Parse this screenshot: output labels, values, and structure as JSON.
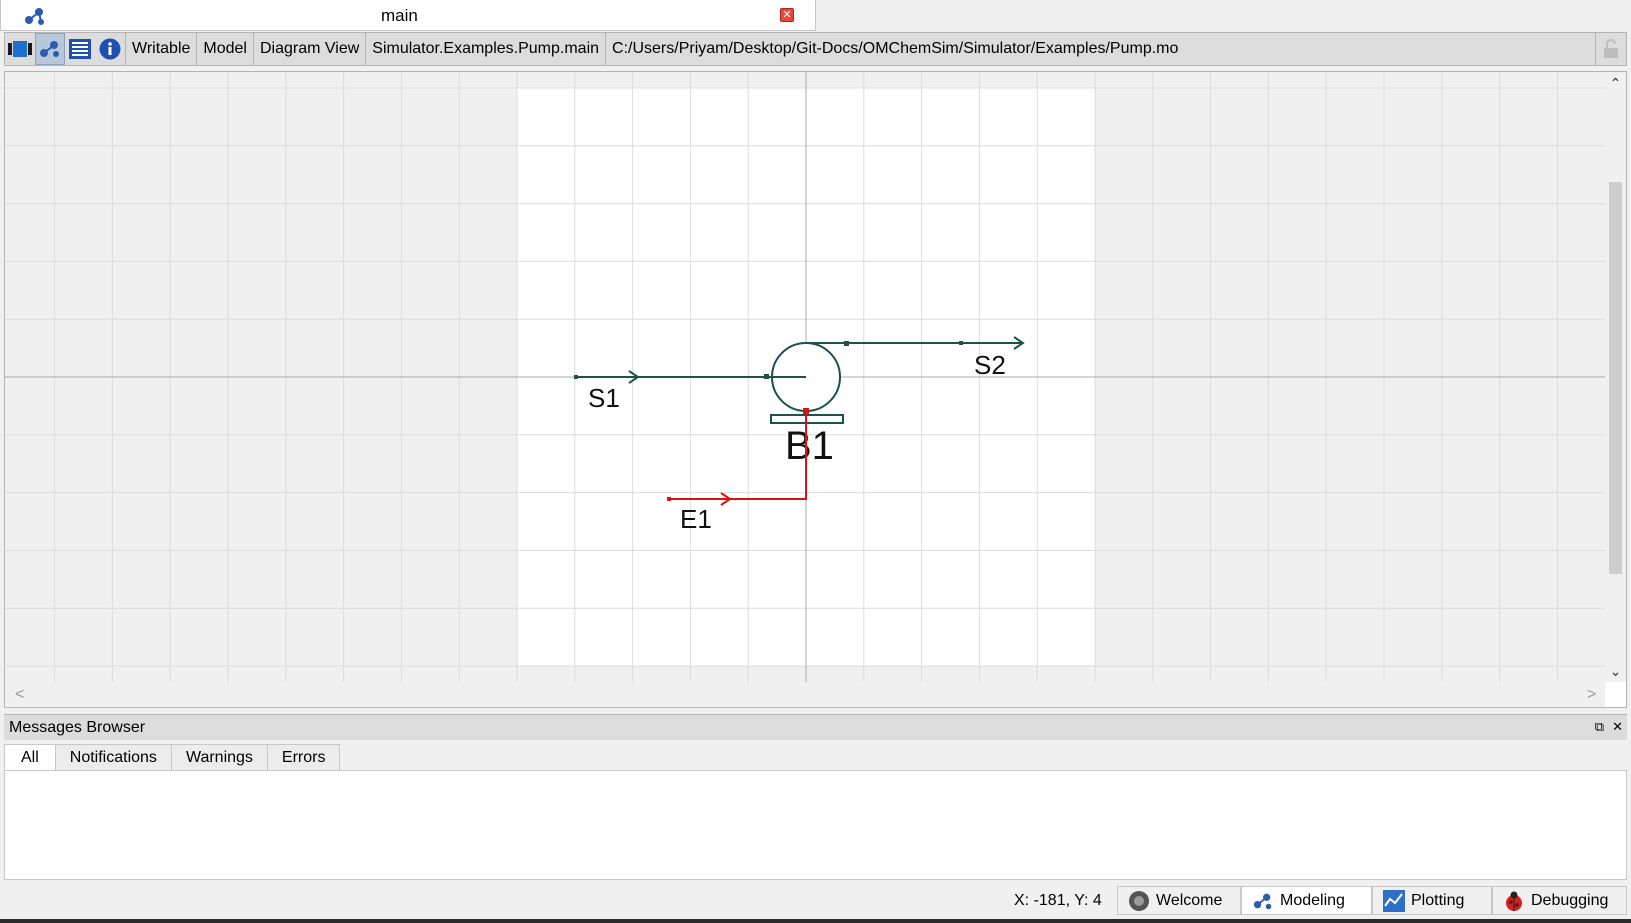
{
  "window": {
    "tab_title": "main"
  },
  "toolbar": {
    "writable": "Writable",
    "model": "Model",
    "view": "Diagram View",
    "class_name": "Simulator.Examples.Pump.main",
    "file_path": "C:/Users/Priyam/Desktop/Git-Docs/OMChemSim/Simulator/Examples/Pump.mo"
  },
  "diagram": {
    "components": [
      {
        "id": "s1",
        "label": "S1"
      },
      {
        "id": "s2",
        "label": "S2"
      },
      {
        "id": "b1",
        "label": "B1"
      },
      {
        "id": "e1",
        "label": "E1"
      }
    ],
    "colors": {
      "connection": "#1e5050",
      "energy": "#e01010",
      "grid": "#dcdcdc",
      "axis": "#a8a8a8"
    }
  },
  "messages": {
    "title": "Messages Browser",
    "tabs": [
      "All",
      "Notifications",
      "Warnings",
      "Errors"
    ]
  },
  "status": {
    "coords": "X: -181, Y: 4",
    "perspectives": [
      "Welcome",
      "Modeling",
      "Plotting",
      "Debugging"
    ]
  }
}
